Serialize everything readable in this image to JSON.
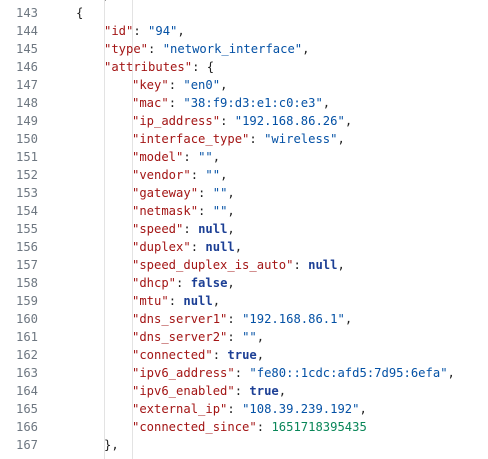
{
  "editor": {
    "lines": [
      {
        "n": "143",
        "indent": 1,
        "tokens": [
          {
            "t": "{",
            "c": "pun"
          }
        ]
      },
      {
        "n": "144",
        "indent": 2,
        "tokens": [
          {
            "t": "\"id\"",
            "c": "key"
          },
          {
            "t": ": ",
            "c": "pun"
          },
          {
            "t": "\"94\"",
            "c": "str"
          },
          {
            "t": ",",
            "c": "pun"
          }
        ]
      },
      {
        "n": "145",
        "indent": 2,
        "tokens": [
          {
            "t": "\"type\"",
            "c": "key"
          },
          {
            "t": ": ",
            "c": "pun"
          },
          {
            "t": "\"network_interface\"",
            "c": "str"
          },
          {
            "t": ",",
            "c": "pun"
          }
        ]
      },
      {
        "n": "146",
        "indent": 2,
        "tokens": [
          {
            "t": "\"attributes\"",
            "c": "key"
          },
          {
            "t": ": {",
            "c": "pun"
          }
        ]
      },
      {
        "n": "147",
        "indent": 3,
        "tokens": [
          {
            "t": "\"key\"",
            "c": "key"
          },
          {
            "t": ": ",
            "c": "pun"
          },
          {
            "t": "\"en0\"",
            "c": "str"
          },
          {
            "t": ",",
            "c": "pun"
          }
        ]
      },
      {
        "n": "148",
        "indent": 3,
        "tokens": [
          {
            "t": "\"mac\"",
            "c": "key"
          },
          {
            "t": ": ",
            "c": "pun"
          },
          {
            "t": "\"38:f9:d3:e1:c0:e3\"",
            "c": "str"
          },
          {
            "t": ",",
            "c": "pun"
          }
        ]
      },
      {
        "n": "149",
        "indent": 3,
        "tokens": [
          {
            "t": "\"ip_address\"",
            "c": "key"
          },
          {
            "t": ": ",
            "c": "pun"
          },
          {
            "t": "\"192.168.86.26\"",
            "c": "str"
          },
          {
            "t": ",",
            "c": "pun"
          }
        ]
      },
      {
        "n": "150",
        "indent": 3,
        "tokens": [
          {
            "t": "\"interface_type\"",
            "c": "key"
          },
          {
            "t": ": ",
            "c": "pun"
          },
          {
            "t": "\"wireless\"",
            "c": "str"
          },
          {
            "t": ",",
            "c": "pun"
          }
        ]
      },
      {
        "n": "151",
        "indent": 3,
        "tokens": [
          {
            "t": "\"model\"",
            "c": "key"
          },
          {
            "t": ": ",
            "c": "pun"
          },
          {
            "t": "\"\"",
            "c": "str"
          },
          {
            "t": ",",
            "c": "pun"
          }
        ]
      },
      {
        "n": "152",
        "indent": 3,
        "tokens": [
          {
            "t": "\"vendor\"",
            "c": "key"
          },
          {
            "t": ": ",
            "c": "pun"
          },
          {
            "t": "\"\"",
            "c": "str"
          },
          {
            "t": ",",
            "c": "pun"
          }
        ]
      },
      {
        "n": "153",
        "indent": 3,
        "tokens": [
          {
            "t": "\"gateway\"",
            "c": "key"
          },
          {
            "t": ": ",
            "c": "pun"
          },
          {
            "t": "\"\"",
            "c": "str"
          },
          {
            "t": ",",
            "c": "pun"
          }
        ]
      },
      {
        "n": "154",
        "indent": 3,
        "tokens": [
          {
            "t": "\"netmask\"",
            "c": "key"
          },
          {
            "t": ": ",
            "c": "pun"
          },
          {
            "t": "\"\"",
            "c": "str"
          },
          {
            "t": ",",
            "c": "pun"
          }
        ]
      },
      {
        "n": "155",
        "indent": 3,
        "tokens": [
          {
            "t": "\"speed\"",
            "c": "key"
          },
          {
            "t": ": ",
            "c": "pun"
          },
          {
            "t": "null",
            "c": "kw"
          },
          {
            "t": ",",
            "c": "pun"
          }
        ]
      },
      {
        "n": "156",
        "indent": 3,
        "tokens": [
          {
            "t": "\"duplex\"",
            "c": "key"
          },
          {
            "t": ": ",
            "c": "pun"
          },
          {
            "t": "null",
            "c": "kw"
          },
          {
            "t": ",",
            "c": "pun"
          }
        ]
      },
      {
        "n": "157",
        "indent": 3,
        "tokens": [
          {
            "t": "\"speed_duplex_is_auto\"",
            "c": "key"
          },
          {
            "t": ": ",
            "c": "pun"
          },
          {
            "t": "null",
            "c": "kw"
          },
          {
            "t": ",",
            "c": "pun"
          }
        ]
      },
      {
        "n": "158",
        "indent": 3,
        "tokens": [
          {
            "t": "\"dhcp\"",
            "c": "key"
          },
          {
            "t": ": ",
            "c": "pun"
          },
          {
            "t": "false",
            "c": "kw"
          },
          {
            "t": ",",
            "c": "pun"
          }
        ]
      },
      {
        "n": "159",
        "indent": 3,
        "tokens": [
          {
            "t": "\"mtu\"",
            "c": "key"
          },
          {
            "t": ": ",
            "c": "pun"
          },
          {
            "t": "null",
            "c": "kw"
          },
          {
            "t": ",",
            "c": "pun"
          }
        ]
      },
      {
        "n": "160",
        "indent": 3,
        "tokens": [
          {
            "t": "\"dns_server1\"",
            "c": "key"
          },
          {
            "t": ": ",
            "c": "pun"
          },
          {
            "t": "\"192.168.86.1\"",
            "c": "str"
          },
          {
            "t": ",",
            "c": "pun"
          }
        ]
      },
      {
        "n": "161",
        "indent": 3,
        "tokens": [
          {
            "t": "\"dns_server2\"",
            "c": "key"
          },
          {
            "t": ": ",
            "c": "pun"
          },
          {
            "t": "\"\"",
            "c": "str"
          },
          {
            "t": ",",
            "c": "pun"
          }
        ]
      },
      {
        "n": "162",
        "indent": 3,
        "tokens": [
          {
            "t": "\"connected\"",
            "c": "key"
          },
          {
            "t": ": ",
            "c": "pun"
          },
          {
            "t": "true",
            "c": "kw"
          },
          {
            "t": ",",
            "c": "pun"
          }
        ]
      },
      {
        "n": "163",
        "indent": 3,
        "tokens": [
          {
            "t": "\"ipv6_address\"",
            "c": "key"
          },
          {
            "t": ": ",
            "c": "pun"
          },
          {
            "t": "\"fe80::1cdc:afd5:7d95:6efa\"",
            "c": "str"
          },
          {
            "t": ",",
            "c": "pun"
          }
        ]
      },
      {
        "n": "164",
        "indent": 3,
        "tokens": [
          {
            "t": "\"ipv6_enabled\"",
            "c": "key"
          },
          {
            "t": ": ",
            "c": "pun"
          },
          {
            "t": "true",
            "c": "kw"
          },
          {
            "t": ",",
            "c": "pun"
          }
        ]
      },
      {
        "n": "165",
        "indent": 3,
        "tokens": [
          {
            "t": "\"external_ip\"",
            "c": "key"
          },
          {
            "t": ": ",
            "c": "pun"
          },
          {
            "t": "\"108.39.239.192\"",
            "c": "str"
          },
          {
            "t": ",",
            "c": "pun"
          }
        ]
      },
      {
        "n": "166",
        "indent": 3,
        "tokens": [
          {
            "t": "\"connected_since\"",
            "c": "key"
          },
          {
            "t": ": ",
            "c": "pun"
          },
          {
            "t": "1651718395435",
            "c": "num"
          }
        ]
      },
      {
        "n": "167",
        "indent": 2,
        "tokens": [
          {
            "t": "},",
            "c": "pun"
          }
        ]
      }
    ]
  }
}
